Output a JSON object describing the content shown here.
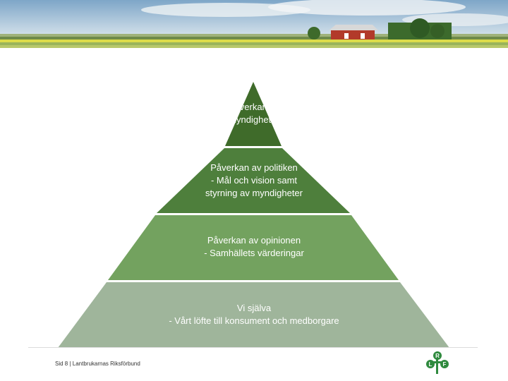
{
  "slide": {
    "tiers": [
      {
        "line1": "Påverkan av",
        "line2": "myndigheter",
        "line3": ""
      },
      {
        "line1": "Påverkan av politiken",
        "line2": "- Mål och vision samt",
        "line3": "styrning av myndigheter"
      },
      {
        "line1": "Påverkan av opinionen",
        "line2": "- Samhällets värderingar",
        "line3": ""
      },
      {
        "line1": "Vi själva",
        "line2": "- Vårt löfte till konsument och medborgare",
        "line3": ""
      }
    ],
    "footer": "Sid 8 | Lantbrukarnas Riksförbund",
    "logo_letters": [
      "R",
      "L",
      "F"
    ],
    "colors": {
      "tier1": "#3f6b2a",
      "tier2": "#4e7f3c",
      "tier3": "#73a25f",
      "tier4": "#9fb59b",
      "logo": "#2f8a3e"
    }
  }
}
